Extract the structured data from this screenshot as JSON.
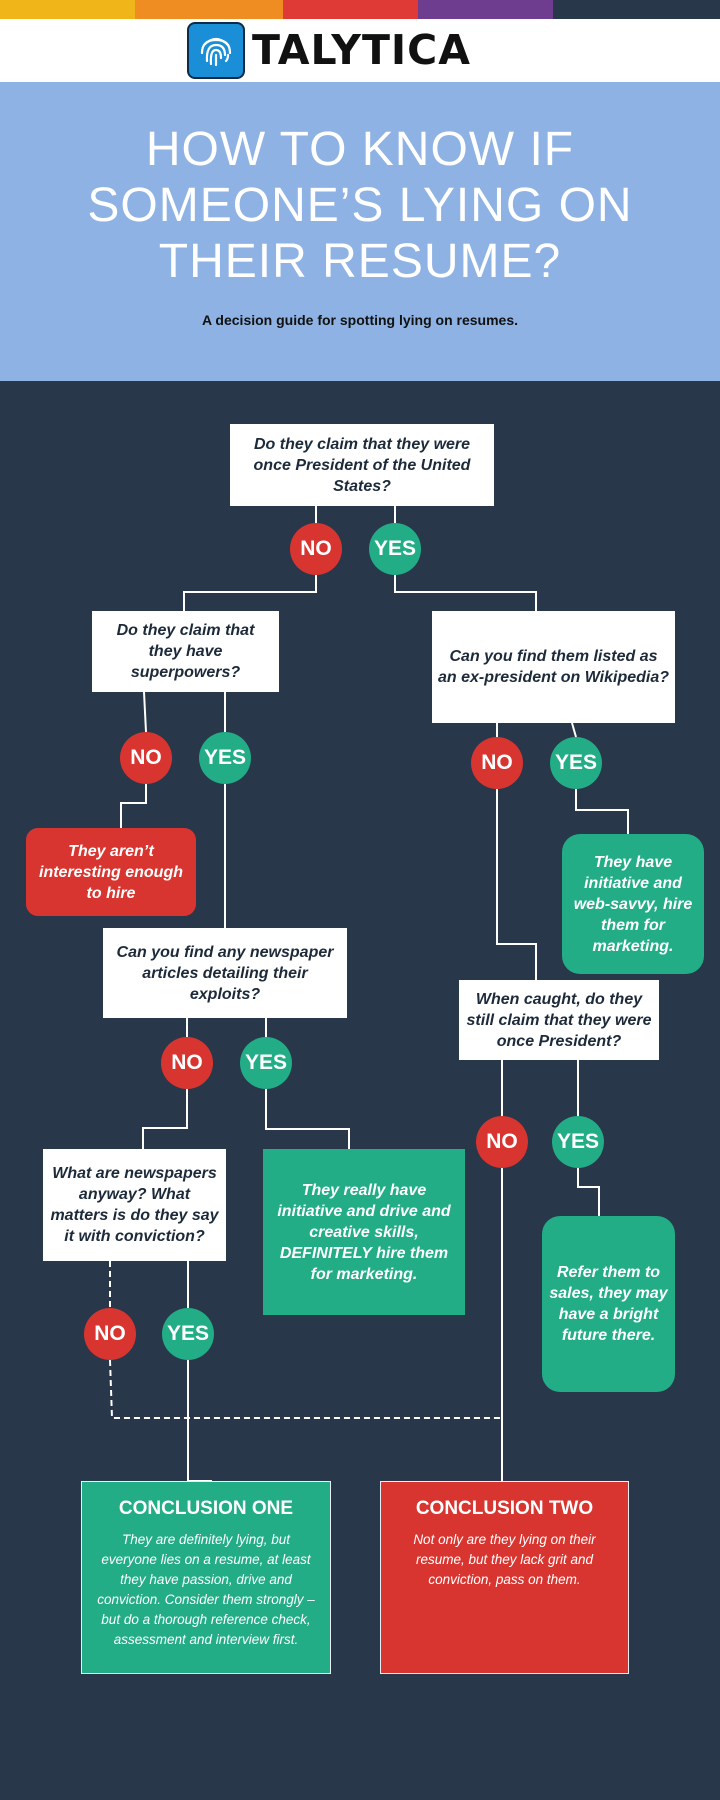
{
  "brand": {
    "name": "TALYTICA",
    "bar_colors": [
      "#f0b519",
      "#ef8d23",
      "#e03a36",
      "#6e3d8f",
      "#283749"
    ]
  },
  "hero": {
    "title_lines": [
      "HOW TO KNOW IF",
      "SOMEONE’S LYING ON",
      "THEIR RESUME?"
    ],
    "subtitle": "A decision guide for spotting lying on resumes."
  },
  "labels": {
    "no": "NO",
    "yes": "YES"
  },
  "nodes": {
    "q_president": "Do they claim that they were once President of the United States?",
    "q_superpowers": "Do they claim that they have superpowers?",
    "q_wikipedia": "Can you find them listed as an ex-president on Wikipedia?",
    "r_not_interesting": "They aren’t interesting enough to hire",
    "r_web_savvy": "They have initiative and web-savvy, hire them for marketing.",
    "q_newspaper": "Can you find any newspaper articles detailing their exploits?",
    "q_caught": "When caught, do they still claim that they were once President?",
    "q_conviction": "What are newspapers anyway?  What matters is do they say it with conviction?",
    "r_marketing": "They really have initiative and drive and creative skills, DEFINITELY hire them for marketing.",
    "r_sales": "Refer them to sales, they may have a bright future there."
  },
  "conclusions": {
    "one": {
      "title": "CONCLUSION ONE",
      "text": "They are definitely lying, but everyone lies on a resume, at least they have passion, drive and conviction.  Consider them strongly – but do a thorough reference check, assessment and interview first."
    },
    "two": {
      "title": "CONCLUSION TWO",
      "text": "Not only are they lying on their resume, but they lack grit and conviction, pass on them."
    }
  }
}
